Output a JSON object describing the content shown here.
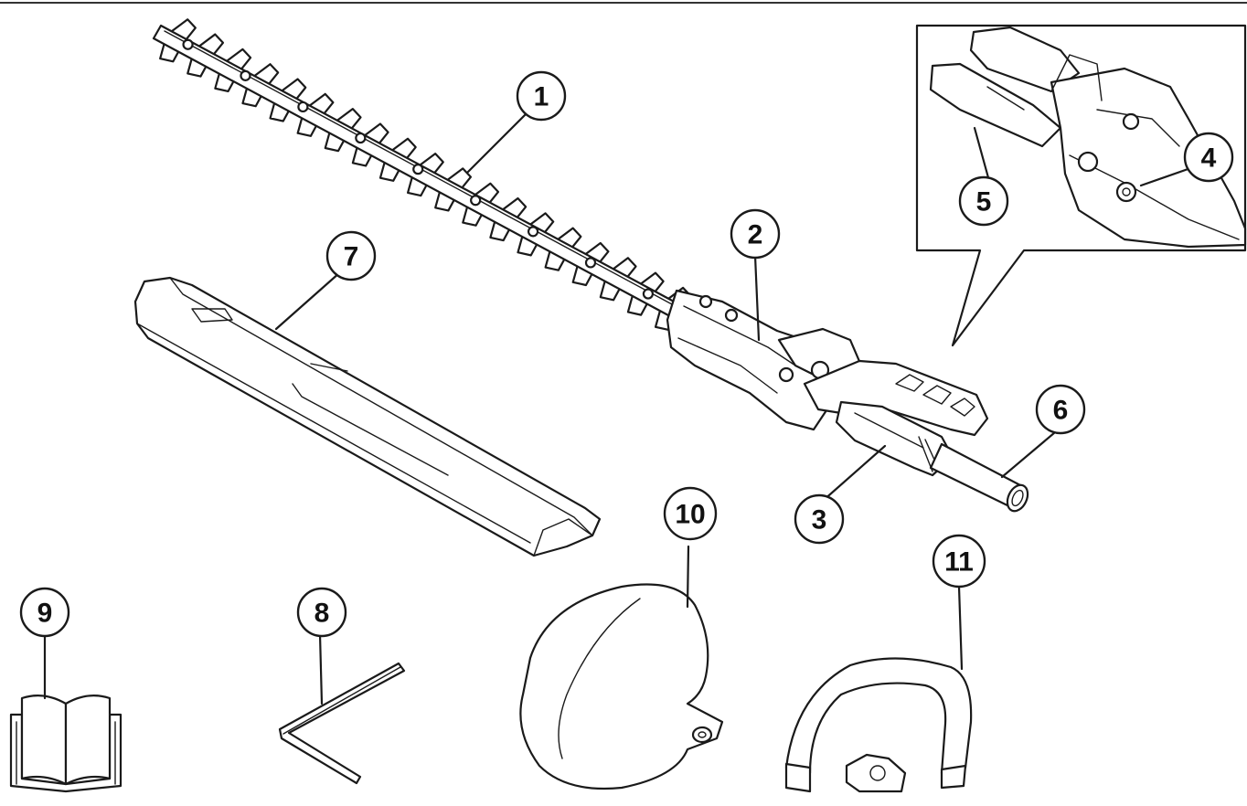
{
  "callouts": [
    {
      "id": "1",
      "label": "1",
      "part": "cutter-blade"
    },
    {
      "id": "2",
      "label": "2",
      "part": "gear-case"
    },
    {
      "id": "3",
      "label": "3",
      "part": "shaft-coupling-grip"
    },
    {
      "id": "4",
      "label": "4",
      "part": "adjustment-bolt"
    },
    {
      "id": "5",
      "label": "5",
      "part": "angle-lever"
    },
    {
      "id": "6",
      "label": "6",
      "part": "shaft-tube"
    },
    {
      "id": "7",
      "label": "7",
      "part": "blade-cover"
    },
    {
      "id": "8",
      "label": "8",
      "part": "hex-wrench"
    },
    {
      "id": "9",
      "label": "9",
      "part": "instruction-manual"
    },
    {
      "id": "10",
      "label": "10",
      "part": "shoulder-guard"
    },
    {
      "id": "11",
      "label": "11",
      "part": "loop-handle"
    }
  ],
  "colors": {
    "line": "#1a1a1a",
    "background": "#ffffff"
  }
}
